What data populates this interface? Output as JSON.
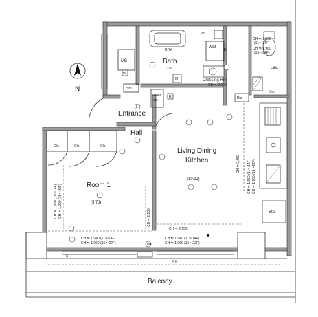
{
  "rooms": {
    "mb": "MB",
    "bath": "Bath",
    "bath_size": "1216",
    "dry": "DRY",
    "ps": "PS",
    "wm": "W/M",
    "lav": "Lav.",
    "dressing": "Dressing Rm.",
    "entrance": "Entrance",
    "shoes": "Shoes",
    "shoes2": "clo.",
    "sto_entry": "Sto",
    "hall": "Hall",
    "ldk": "Living Dining",
    "ldk2": "Kitchen",
    "ldk_size": "(10.1J)",
    "room1": "Room 1",
    "room1_size": "(5.7J)",
    "clo1": "Clo.",
    "clo2": "Clo.",
    "clo3": "Clo.",
    "sto_kitchen": "Sto.",
    "sto_lav": "Sto",
    "bto": "Bto",
    "balcony": "Balcony",
    "fix": "FIX",
    "north": "N"
  },
  "ceiling_heights": {
    "dressing": "CH ≒ 2,200",
    "lav_1": "CH ≒ 1,960",
    "lav_2": "(11～14F)",
    "lav_3": "CH ≒ 1,960",
    "lav_4": "(15～22F)",
    "room1_side_a": "CH ≒ 1,980  (11～14F)",
    "room1_side_b": "CH ≒ 1,990  (15～22F)",
    "center_vert": "CH ≒ 2,250",
    "kitchen_vert_a": "CH ≒ 2,250",
    "kitchen_vert_b": "CH ≒ 1,960  (11～14F)",
    "kitchen_vert_c": "CH ≒ 1,960  (15～22F)",
    "ldk_bottom": "CH ≒ 2,150",
    "room1_bottom_a": "CH ≒ 1,940  (11～14F)",
    "room1_bottom_b": "CH ≒ 1,960  (15～22F)",
    "ldk_bottom_a": "CH ≒ 1,940  (11～14F)",
    "ldk_bottom_b": "CH ≒ 1,960  (15～22F)"
  },
  "markers": {
    "m": "M",
    "w": "W",
    "r": "R",
    "l": "L",
    "s": "S",
    "wc": "WC",
    "b": "B"
  }
}
